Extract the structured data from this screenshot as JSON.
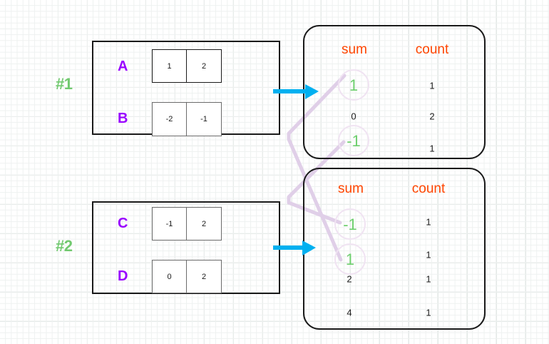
{
  "diagram": {
    "title": "group-by-key sum and count aggregation",
    "colors": {
      "group_label": "#71c96f",
      "row_label": "#9900ff",
      "header": "#ff4500",
      "highlight_value": "#6ecf6e",
      "link": "#e0cfe8",
      "arrow": "#00b0f0",
      "frame": "#1a1a1a",
      "cell_gray": "#6b6b6b",
      "grid_minor": "#eef1f0",
      "grid_major": "#e3e8e6"
    },
    "input_groups": [
      {
        "id": "group-1",
        "label": "#1",
        "rows": [
          {
            "name": "A",
            "values": [
              "1",
              "2"
            ],
            "border": "dark"
          },
          {
            "name": "B",
            "values": [
              "-2",
              "-1"
            ],
            "border": "gray"
          }
        ]
      },
      {
        "id": "group-2",
        "label": "#2",
        "rows": [
          {
            "name": "C",
            "values": [
              "-1",
              "2"
            ],
            "border": "gray"
          },
          {
            "name": "D",
            "values": [
              "0",
              "2"
            ],
            "border": "gray"
          }
        ]
      }
    ],
    "output_tables": [
      {
        "id": "table-1",
        "headers": [
          "sum",
          "count"
        ],
        "rows": [
          {
            "sum": "1",
            "count": "1",
            "highlight": true
          },
          {
            "sum": "0",
            "count": "2",
            "highlight": false
          },
          {
            "sum": "-1",
            "count": "1",
            "highlight": true
          }
        ]
      },
      {
        "id": "table-2",
        "headers": [
          "sum",
          "count"
        ],
        "rows": [
          {
            "sum": "-1",
            "count": "1",
            "highlight": true
          },
          {
            "sum": "1",
            "count": "1",
            "highlight": true
          },
          {
            "sum": "2",
            "count": "1",
            "highlight": false
          },
          {
            "sum": "4",
            "count": "1",
            "highlight": false
          }
        ]
      }
    ],
    "arrows": [
      {
        "name": "arrow-group-1-to-table-1"
      },
      {
        "name": "arrow-group-2-to-table-2"
      }
    ],
    "links": [
      {
        "name": "link-sum-1",
        "from": "table-1.sum.1",
        "to": "table-2.sum.1"
      },
      {
        "name": "link-sum-minus-1",
        "from": "table-1.sum.-1",
        "to": "table-2.sum.-1"
      }
    ]
  }
}
